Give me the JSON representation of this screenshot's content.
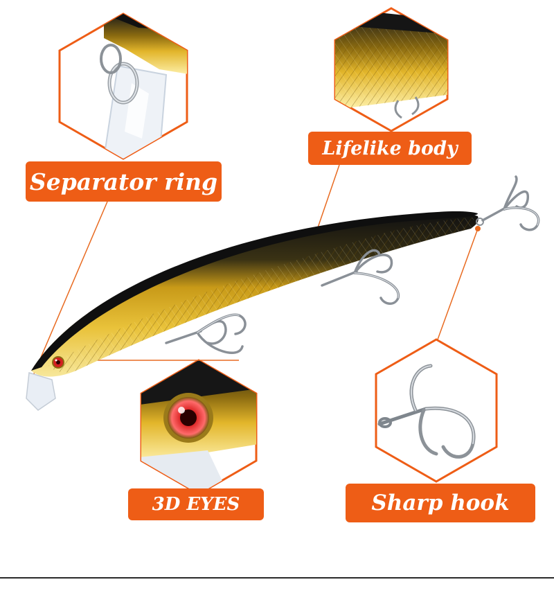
{
  "colors": {
    "label_bg": "#ee5d16",
    "connector": "#e86a20",
    "hex_border": "#ee5d16",
    "lure_gold": "#d9a21c",
    "lure_back": "#151515",
    "eye_red": "#c81e1e"
  },
  "callouts": {
    "separator_ring": {
      "label": "Separator ring",
      "icon": "split-ring-closeup-image"
    },
    "lifelike_body": {
      "label": "Lifelike body",
      "icon": "body-scale-closeup-image"
    },
    "eyes_3d": {
      "label": "3D EYES",
      "icon": "lure-eye-closeup-image"
    },
    "sharp_hook": {
      "label": "Sharp hook",
      "icon": "treble-hook-closeup-image"
    }
  },
  "product": {
    "icon": "fishing-lure-minnow-image"
  }
}
